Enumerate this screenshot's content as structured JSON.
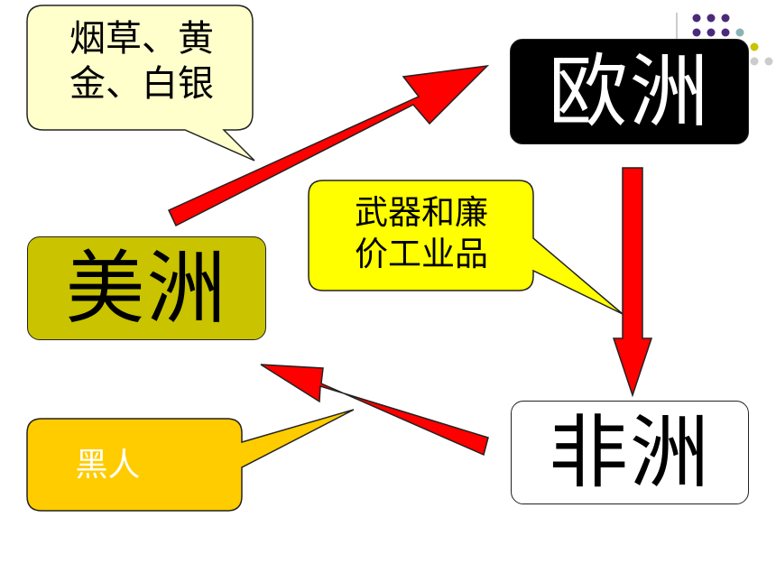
{
  "nodes": {
    "europe": "欧洲",
    "americas": "美洲",
    "africa": "非洲"
  },
  "callouts": {
    "goods_line1": "烟草、黄",
    "goods_line2": "金、白银",
    "weapons_line1": "武器和廉",
    "weapons_line2": "价工业品",
    "slaves": "黑人"
  },
  "colors": {
    "arrow": "#ff0000",
    "europe_box": "#000000",
    "americas_box": "#c9c300",
    "africa_box": "#ffffff",
    "goods_callout": "#ffffcc",
    "weapons_callout": "#ffff00",
    "slaves_callout": "#ffcc00",
    "dots_purple": "#4b2a7a",
    "dots_teal": "#8ab4b4",
    "dots_olive": "#c9c300",
    "dots_grey": "#cccccc"
  }
}
